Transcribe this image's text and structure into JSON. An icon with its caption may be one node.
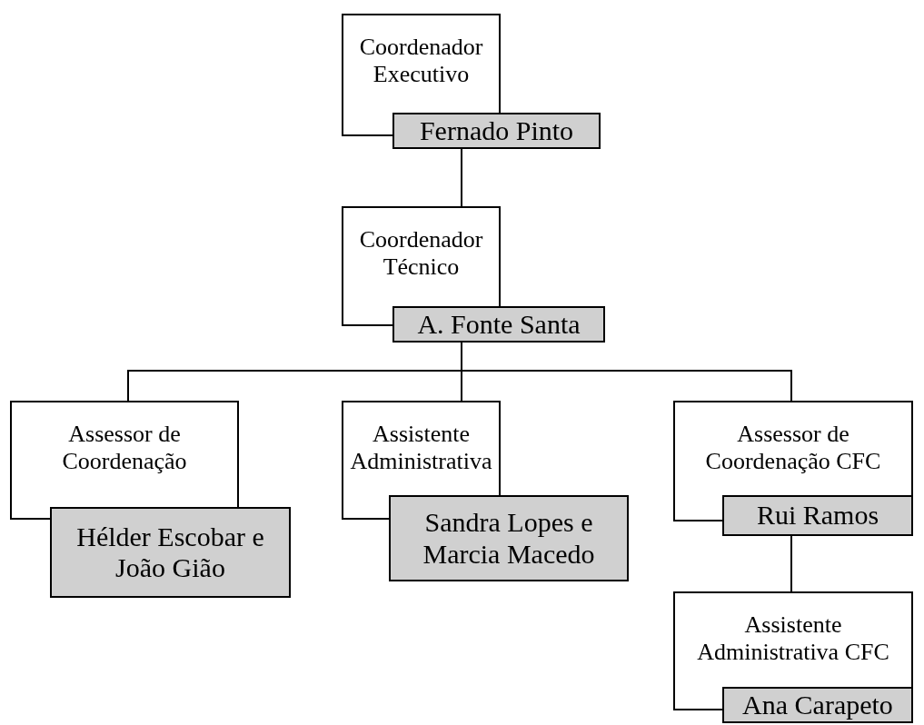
{
  "diagram": {
    "nodes": [
      {
        "text": [
          "Coordenador Executivo",
          "Fernado Pinto"
        ]
      },
      {
        "text": [
          "Coordenador Técnico",
          "A. Fonte Santa"
        ]
      },
      {
        "text": [
          "Assessor de Coordenação",
          "Hélder Escobar e João Gião"
        ]
      },
      {
        "text": [
          "Assistente Administrativa",
          "Sandra Lopes e Marcia Macedo"
        ]
      },
      {
        "text": [
          "Assessor de Coordenação CFC",
          "Rui Ramos"
        ]
      },
      {
        "text": [
          "Assistente Administrativa CFC",
          "Ana Carapeto"
        ]
      }
    ],
    "edges": [
      {
        "from": 0,
        "to": 1,
        "arrow": "none"
      },
      {
        "from": 1,
        "to": 2,
        "arrow": "none"
      },
      {
        "from": 1,
        "to": 3,
        "arrow": "none"
      },
      {
        "from": 1,
        "to": 4,
        "arrow": "none"
      },
      {
        "from": 4,
        "to": 5,
        "arrow": "none"
      }
    ]
  }
}
